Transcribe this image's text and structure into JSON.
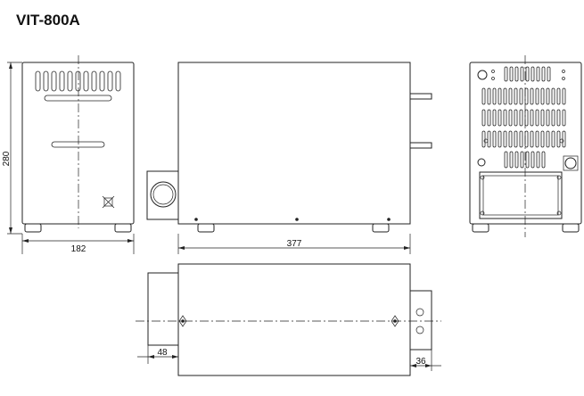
{
  "title": "VIT-800A",
  "dimensions": {
    "height": "280",
    "front_width": "182",
    "side_length": "377",
    "left_offset": "48",
    "right_offset": "36"
  },
  "colors": {
    "line": "#222222",
    "background": "#ffffff"
  }
}
